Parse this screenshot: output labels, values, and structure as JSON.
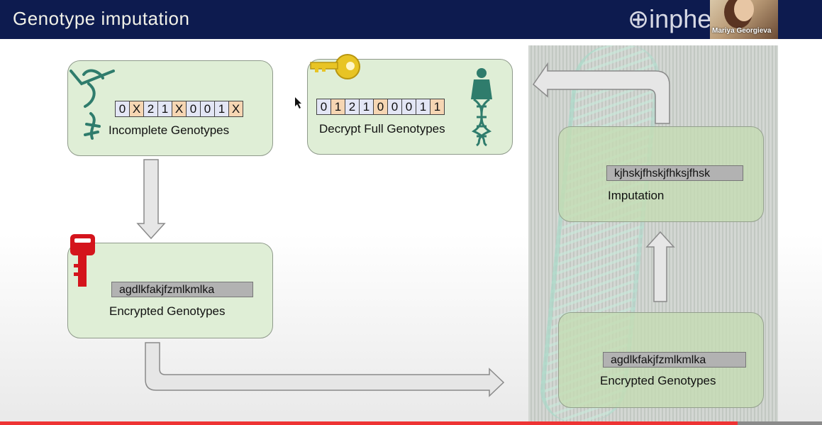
{
  "slide": {
    "title": "Genotype imputation",
    "logo": "⊕inpher"
  },
  "presenter": {
    "name": "Mariya Georgieva"
  },
  "nodes": {
    "incomplete": {
      "label": "Incomplete Genotypes",
      "cells": [
        "0",
        "X",
        "2",
        "1",
        "X",
        "0",
        "0",
        "1",
        "X"
      ],
      "cell_colors": [
        "#e3e6f5",
        "#f6d6b3",
        "#e3e6f5",
        "#e3e6f5",
        "#f6d6b3",
        "#e3e6f5",
        "#e3e6f5",
        "#e3e6f5",
        "#f6d6b3"
      ]
    },
    "decrypt": {
      "label": "Decrypt Full Genotypes",
      "cells": [
        "0",
        "1",
        "2",
        "1",
        "0",
        "0",
        "0",
        "1",
        "1"
      ],
      "cell_colors": [
        "#e3e6f5",
        "#f6d6b3",
        "#e3e6f5",
        "#e3e6f5",
        "#f6d6b3",
        "#e3e6f5",
        "#e3e6f5",
        "#e3e6f5",
        "#f6d6b3"
      ]
    },
    "encrypted_client": {
      "label": "Encrypted Genotypes",
      "ciphertext": "agdlkfakjfzmlkmlka"
    },
    "imputation": {
      "label": "Imputation",
      "ciphertext": "kjhskjfhskjfhksjfhsk"
    },
    "encrypted_server": {
      "label": "Encrypted Genotypes",
      "ciphertext": "agdlkfakjfzmlkmlka"
    }
  },
  "icons": {
    "key_public": "red-key-icon",
    "key_private": "gold-key-icon",
    "dna_broken": "broken-dna-icon",
    "dna_full": "dna-figure-icon"
  },
  "colors": {
    "title_bar": "#0d1b4f",
    "box_fill": "#dfeed6",
    "cell_blue": "#e3e6f5",
    "cell_orange": "#f6d6b3",
    "arrow_fill": "#e6e6e6",
    "red_key": "#d4141c",
    "gold_key": "#e8c424"
  }
}
